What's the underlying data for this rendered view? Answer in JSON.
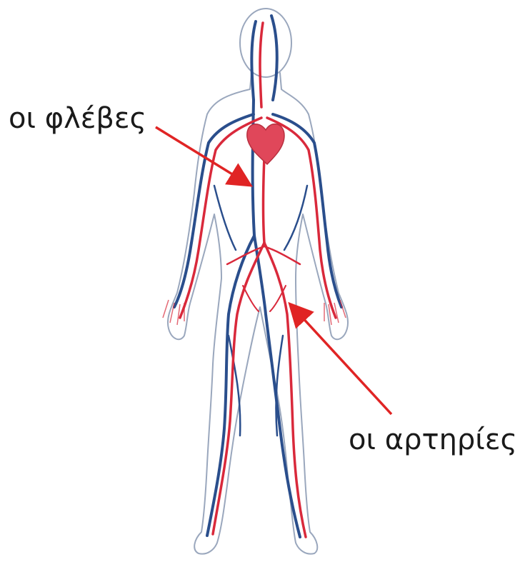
{
  "labels": {
    "veins": "οι φλέβες",
    "arteries": "οι αρτηρίες"
  },
  "colors": {
    "veins": "#2a4e8c",
    "arteries": "#d9293b",
    "outline": "#9aa7bd",
    "heart": "#e0475a",
    "arrow": "#e02424"
  },
  "icons": {
    "figure": "human-circulatory-system",
    "heart": "heart-icon"
  }
}
